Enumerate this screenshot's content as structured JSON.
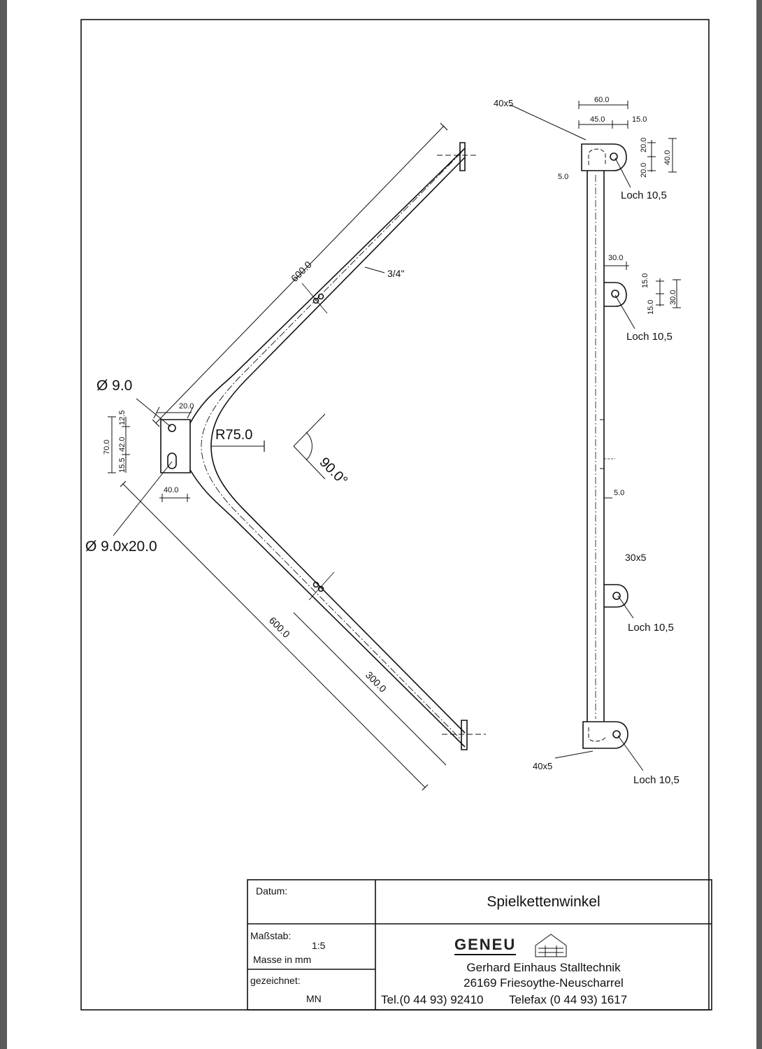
{
  "dims": {
    "len_upper": "600.0",
    "len_lower": "600.0",
    "len_part": "300.0",
    "pipe": "3/4\"",
    "hole_round": "Ø 9.0",
    "hole_slot": "Ø 9.0x20.0",
    "radius": "R75.0",
    "angle": "90.0°",
    "plate_w_top": "20.0",
    "plate_w_bottom": "40.0",
    "plate_h_total": "70.0",
    "plate_h_mid": "42.0",
    "plate_h_top": "12.5",
    "plate_h_bot": "15.5",
    "flat_top": "40x5",
    "flat_w_total": "60.0",
    "flat_w_a": "45.0",
    "flat_w_b": "15.0",
    "flat_h_a": "20.0",
    "flat_h_b": "20.0",
    "flat_h_total": "40.0",
    "gap_top": "5.0",
    "hole_top": "Loch 10,5",
    "tab_w": "30.0",
    "tab_h_a": "15.0",
    "tab_h_b": "15.0",
    "tab_h_total": "30.0",
    "hole_mid": "Loch 10,5",
    "gap_mid": "5.0",
    "tab_lower": "30x5",
    "hole_lower": "Loch 10,5",
    "flat_bottom": "40x5",
    "hole_bottom": "Loch 10,5"
  },
  "titleblock": {
    "datum_label": "Datum:",
    "title": "Spielkettenwinkel",
    "massstab_label": "Maßstab:",
    "massstab_value": "1:5",
    "masse_label": "Masse in mm",
    "gezeichnet_label": "gezeichnet:",
    "gezeichnet_value": "MN",
    "logo": "GENEU",
    "company": "Gerhard Einhaus Stalltechnik",
    "address": "26169 Friesoythe-Neuscharrel",
    "tel": "Tel.(0 44 93) 92410",
    "fax": "Telefax (0 44 93) 1617"
  },
  "colors": {
    "ink": "#111111",
    "paper": "#ffffff",
    "bezel": "#5a5a5a"
  }
}
